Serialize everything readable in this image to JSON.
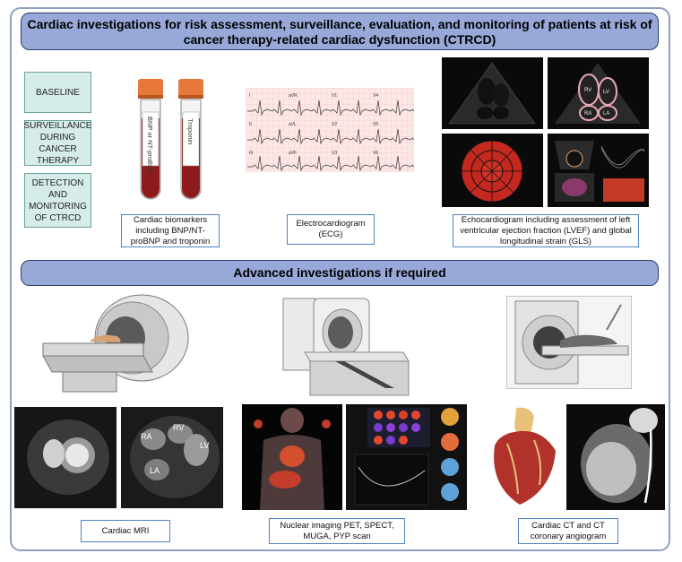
{
  "title": "Cardiac investigations for risk assessment, surveillance, evaluation, and monitoring of patients at risk of cancer therapy-related cardiac dysfunction (CTRCD)",
  "stages": [
    "BASELINE",
    "SURVEILLANCE DURING CANCER THERAPY",
    "DETECTION AND MONITORING OF CTRCD"
  ],
  "tubes": {
    "left_label": "BNP or NT-proBNP",
    "right_label": "Troponin"
  },
  "captions": {
    "biomarkers": "Cardiac biomarkers including BNP/NT-proBNP and troponin",
    "ecg": "Electrocardiogram (ECG)",
    "echo": "Echocardiogram including assessment of left ventricular ejection fraction (LVEF) and global longitudinal strain (GLS)",
    "mri": "Cardiac MRI",
    "nuclear": "Nuclear imaging PET, SPECT, MUGA, PYP scan",
    "ct": "Cardiac CT and CT coronary angiogram"
  },
  "advanced_title": "Advanced investigations if required",
  "ecg_leads": [
    "I",
    "aVR",
    "V1",
    "V4",
    "II",
    "aVL",
    "V2",
    "V5",
    "III",
    "aVF",
    "V3",
    "V6"
  ],
  "mri_labels": {
    "ra": "RA",
    "rv": "RV",
    "lv": "LV",
    "la": "LA"
  },
  "echo_labels": {
    "la": "LA",
    "lv": "LV",
    "ra": "RA",
    "rv": "RV"
  },
  "colors": {
    "banner": "#97a8d9",
    "stage_fill": "#d6ece8",
    "caption_border": "#4f83c4",
    "tube_cap": "#e8773a",
    "blood": "#8e1b1b"
  }
}
